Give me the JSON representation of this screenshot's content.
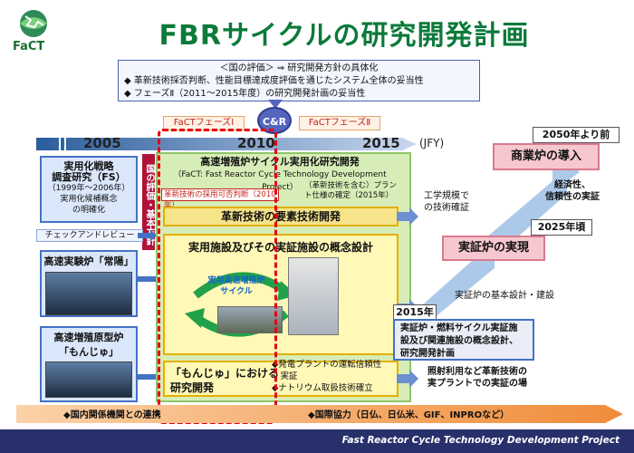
{
  "header": {
    "logo_text": "FaCT",
    "title": "FBRサイクルの研究開発計画"
  },
  "review": {
    "heading": "＜国の評価＞ ⇒ 研究開発方針の具体化",
    "items": [
      "◆ 革新技術採否判断、性能目標達成度評価を通じたシステム全体の妥当性",
      "◆ フェーズⅡ（2011～2015年度）の研究開発計画の妥当性"
    ]
  },
  "cr_label": "C&R",
  "phases": [
    "FaCTフェーズⅠ",
    "FaCTフェーズⅡ"
  ],
  "timeline": {
    "years": [
      "2005",
      "2010",
      "2015"
    ],
    "unit": "(JFY)"
  },
  "left": {
    "fs_box": [
      "実用化戦略",
      "調査研究（FS）",
      "（1999年～2006年）",
      "実用化候補概念",
      "の明確化"
    ],
    "vertical_bar": "国の評価・基本方針",
    "check_review": "チェックアンドレビュー",
    "joyo": "高速実験炉「常陽」",
    "monju_proto": [
      "高速増殖原型炉",
      "「もんじゅ」"
    ]
  },
  "main": {
    "title": "高速増殖炉サイクル実用化研究開発",
    "subtitle": "（FaCT: Fast Reactor Cycle Technology Development Project）",
    "judge": "革新技術の採用可否判断（2010年）",
    "plant_note": "（革新技術を含む）プラント仕様の確定（2015年）",
    "tech_dev": "革新技術の要素技術開発",
    "concept": "実用施設及びその実証施設の概念設計",
    "cycle": [
      "実用高速増殖炉",
      "サイクル"
    ],
    "monju_title": [
      "「もんじゅ」における",
      "研究開発"
    ],
    "monju_items": [
      "◆発電プラントの運転信頼性",
      "　実証",
      "◆ナトリウム取扱技術確立"
    ]
  },
  "right": {
    "engineering": [
      "工学規模で",
      "の技術確証"
    ],
    "year_2015": "2015年",
    "design_box": [
      "実証炉・燃料サイクル実証施",
      "設及び関連施設の概念設計、",
      "研究開発計画"
    ],
    "basic_design": "実証炉の基本設計・建設",
    "demo_year": "2025年頃",
    "demo": "実証炉の実現",
    "eco": [
      "経済性、",
      "信頼性の実証"
    ],
    "commercial_year": "2050年より前",
    "commercial": "商業炉の導入",
    "irradiation": [
      "照射利用など革新技術の",
      "実プラントでの実証の場"
    ]
  },
  "bottom": {
    "domestic": "◆国内関係機関との連携",
    "international": "◆国際協力（日仏、日仏米、GIF、INPROなど）"
  },
  "footer": "Fast Reactor Cycle Technology Development Project"
}
